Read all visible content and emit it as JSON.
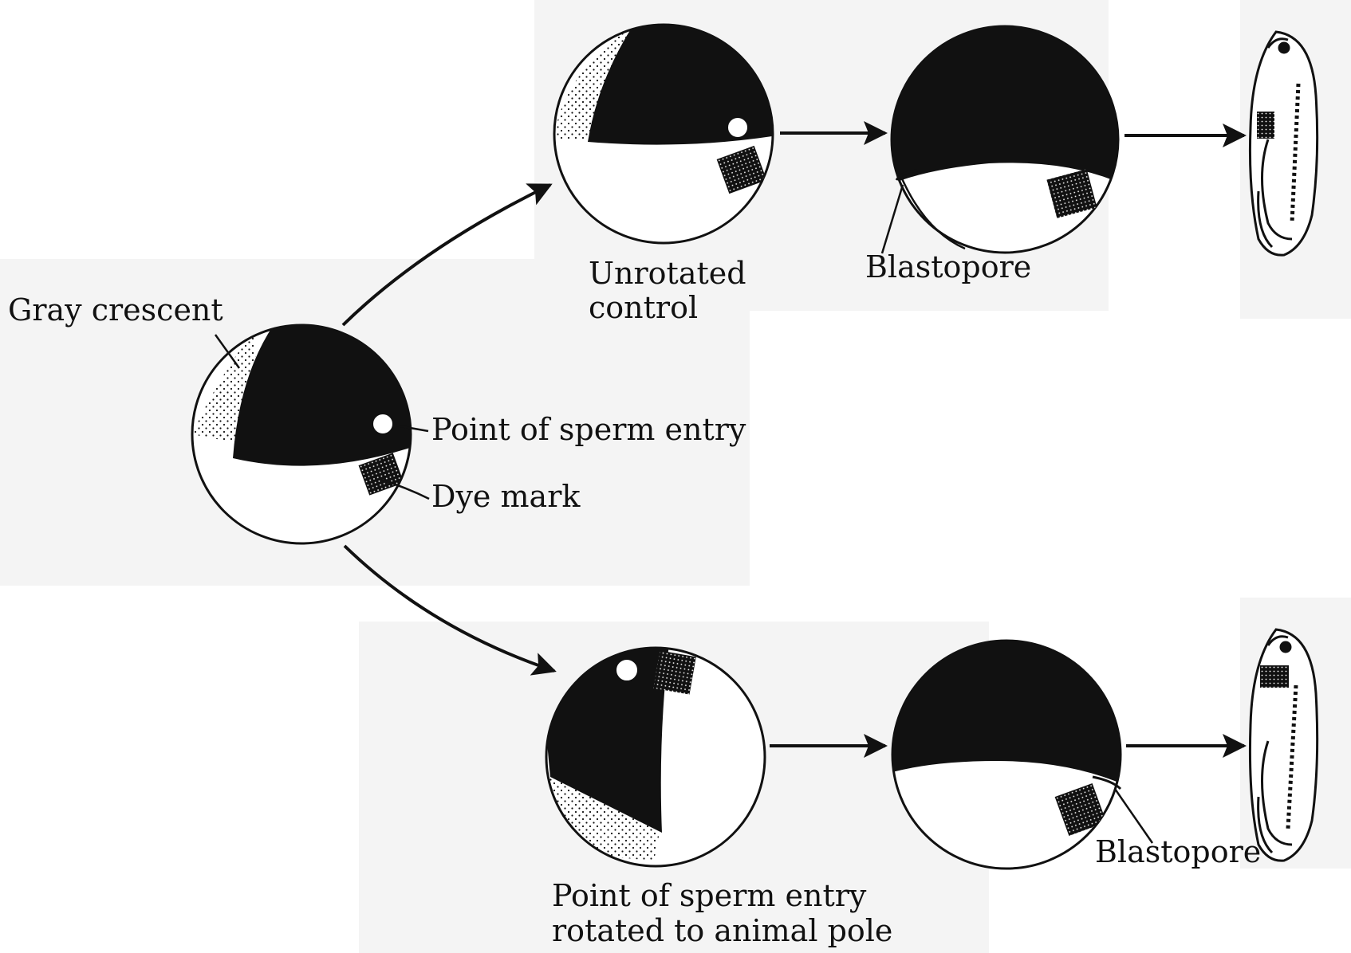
{
  "labels": {
    "gray_crescent": "Gray crescent",
    "point_of_sperm_entry": "Point of sperm entry",
    "dye_mark": "Dye mark",
    "unrotated_control_line1": "Unrotated",
    "unrotated_control_line2": "control",
    "blastopore_top": "Blastopore",
    "rotated_line1": "Point of sperm entry",
    "rotated_line2": "rotated to animal pole",
    "blastopore_bottom": "Blastopore"
  },
  "colors": {
    "ink": "#111111",
    "paper": "#ffffff",
    "texture": "#f3f3f3"
  }
}
